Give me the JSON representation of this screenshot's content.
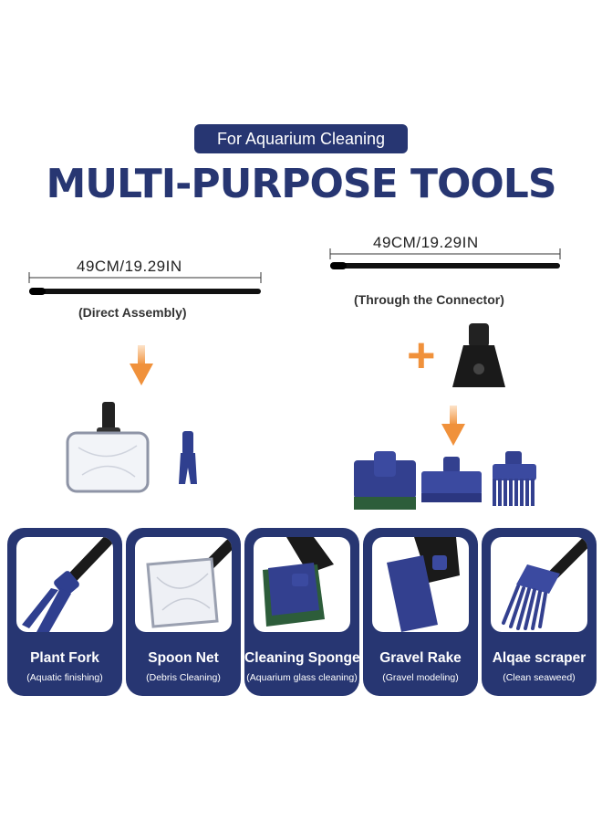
{
  "badge": "For Aquarium Cleaning",
  "headline": "MULTI-PURPOSE TOOLS",
  "left_pole": {
    "length": "49CM/19.29IN",
    "caption": "(Direct Assembly)"
  },
  "right_pole": {
    "length": "49CM/19.29IN",
    "caption": "(Through the Connector)"
  },
  "plus_symbol": "+",
  "colors": {
    "navy": "#273672",
    "arrow_orange": "#f0913b",
    "tool_blue": "#2f3f8f"
  },
  "cards": [
    {
      "title": "Plant Fork",
      "subtitle": "(Aquatic finishing)",
      "icon": "plant-fork-icon"
    },
    {
      "title": "Spoon Net",
      "subtitle": "(Debris Cleaning)",
      "icon": "spoon-net-icon"
    },
    {
      "title": "Cleaning Sponge",
      "subtitle": "(Aquarium glass cleaning)",
      "icon": "sponge-icon"
    },
    {
      "title": "Gravel Rake",
      "subtitle": "(Gravel modeling)",
      "icon": "gravel-rake-icon"
    },
    {
      "title": "Alqae scraper",
      "subtitle": "(Clean seaweed)",
      "icon": "algae-scraper-icon"
    }
  ]
}
